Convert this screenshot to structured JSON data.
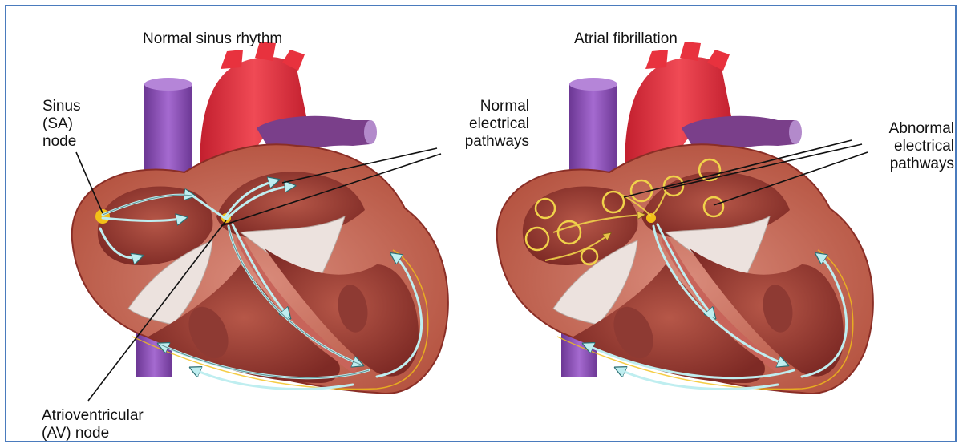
{
  "panels": [
    {
      "title": "Normal sinus rhythm",
      "labels": {
        "sa_node": "Sinus\n(SA)\nnode",
        "pathways": "Normal\nelectrical\npathways",
        "av_node": "Atrioventricular\n(AV) node"
      }
    },
    {
      "title": "Atrial fibrillation",
      "labels": {
        "pathways": "Abnormal\nelectrical\npathways"
      }
    }
  ],
  "colors": {
    "border": "#4a7bbd",
    "aorta": "#e8323e",
    "vena_cava": "#8a4fb3",
    "pulmonary_artery": "#7a3f8a",
    "myocardium": "#c8645a",
    "chamber": "#a9463f",
    "valve": "#e9e0dc",
    "pathway_arrow": "#bfeef0",
    "node": "#f2c018",
    "chaotic_signal": "#f0d24a"
  }
}
